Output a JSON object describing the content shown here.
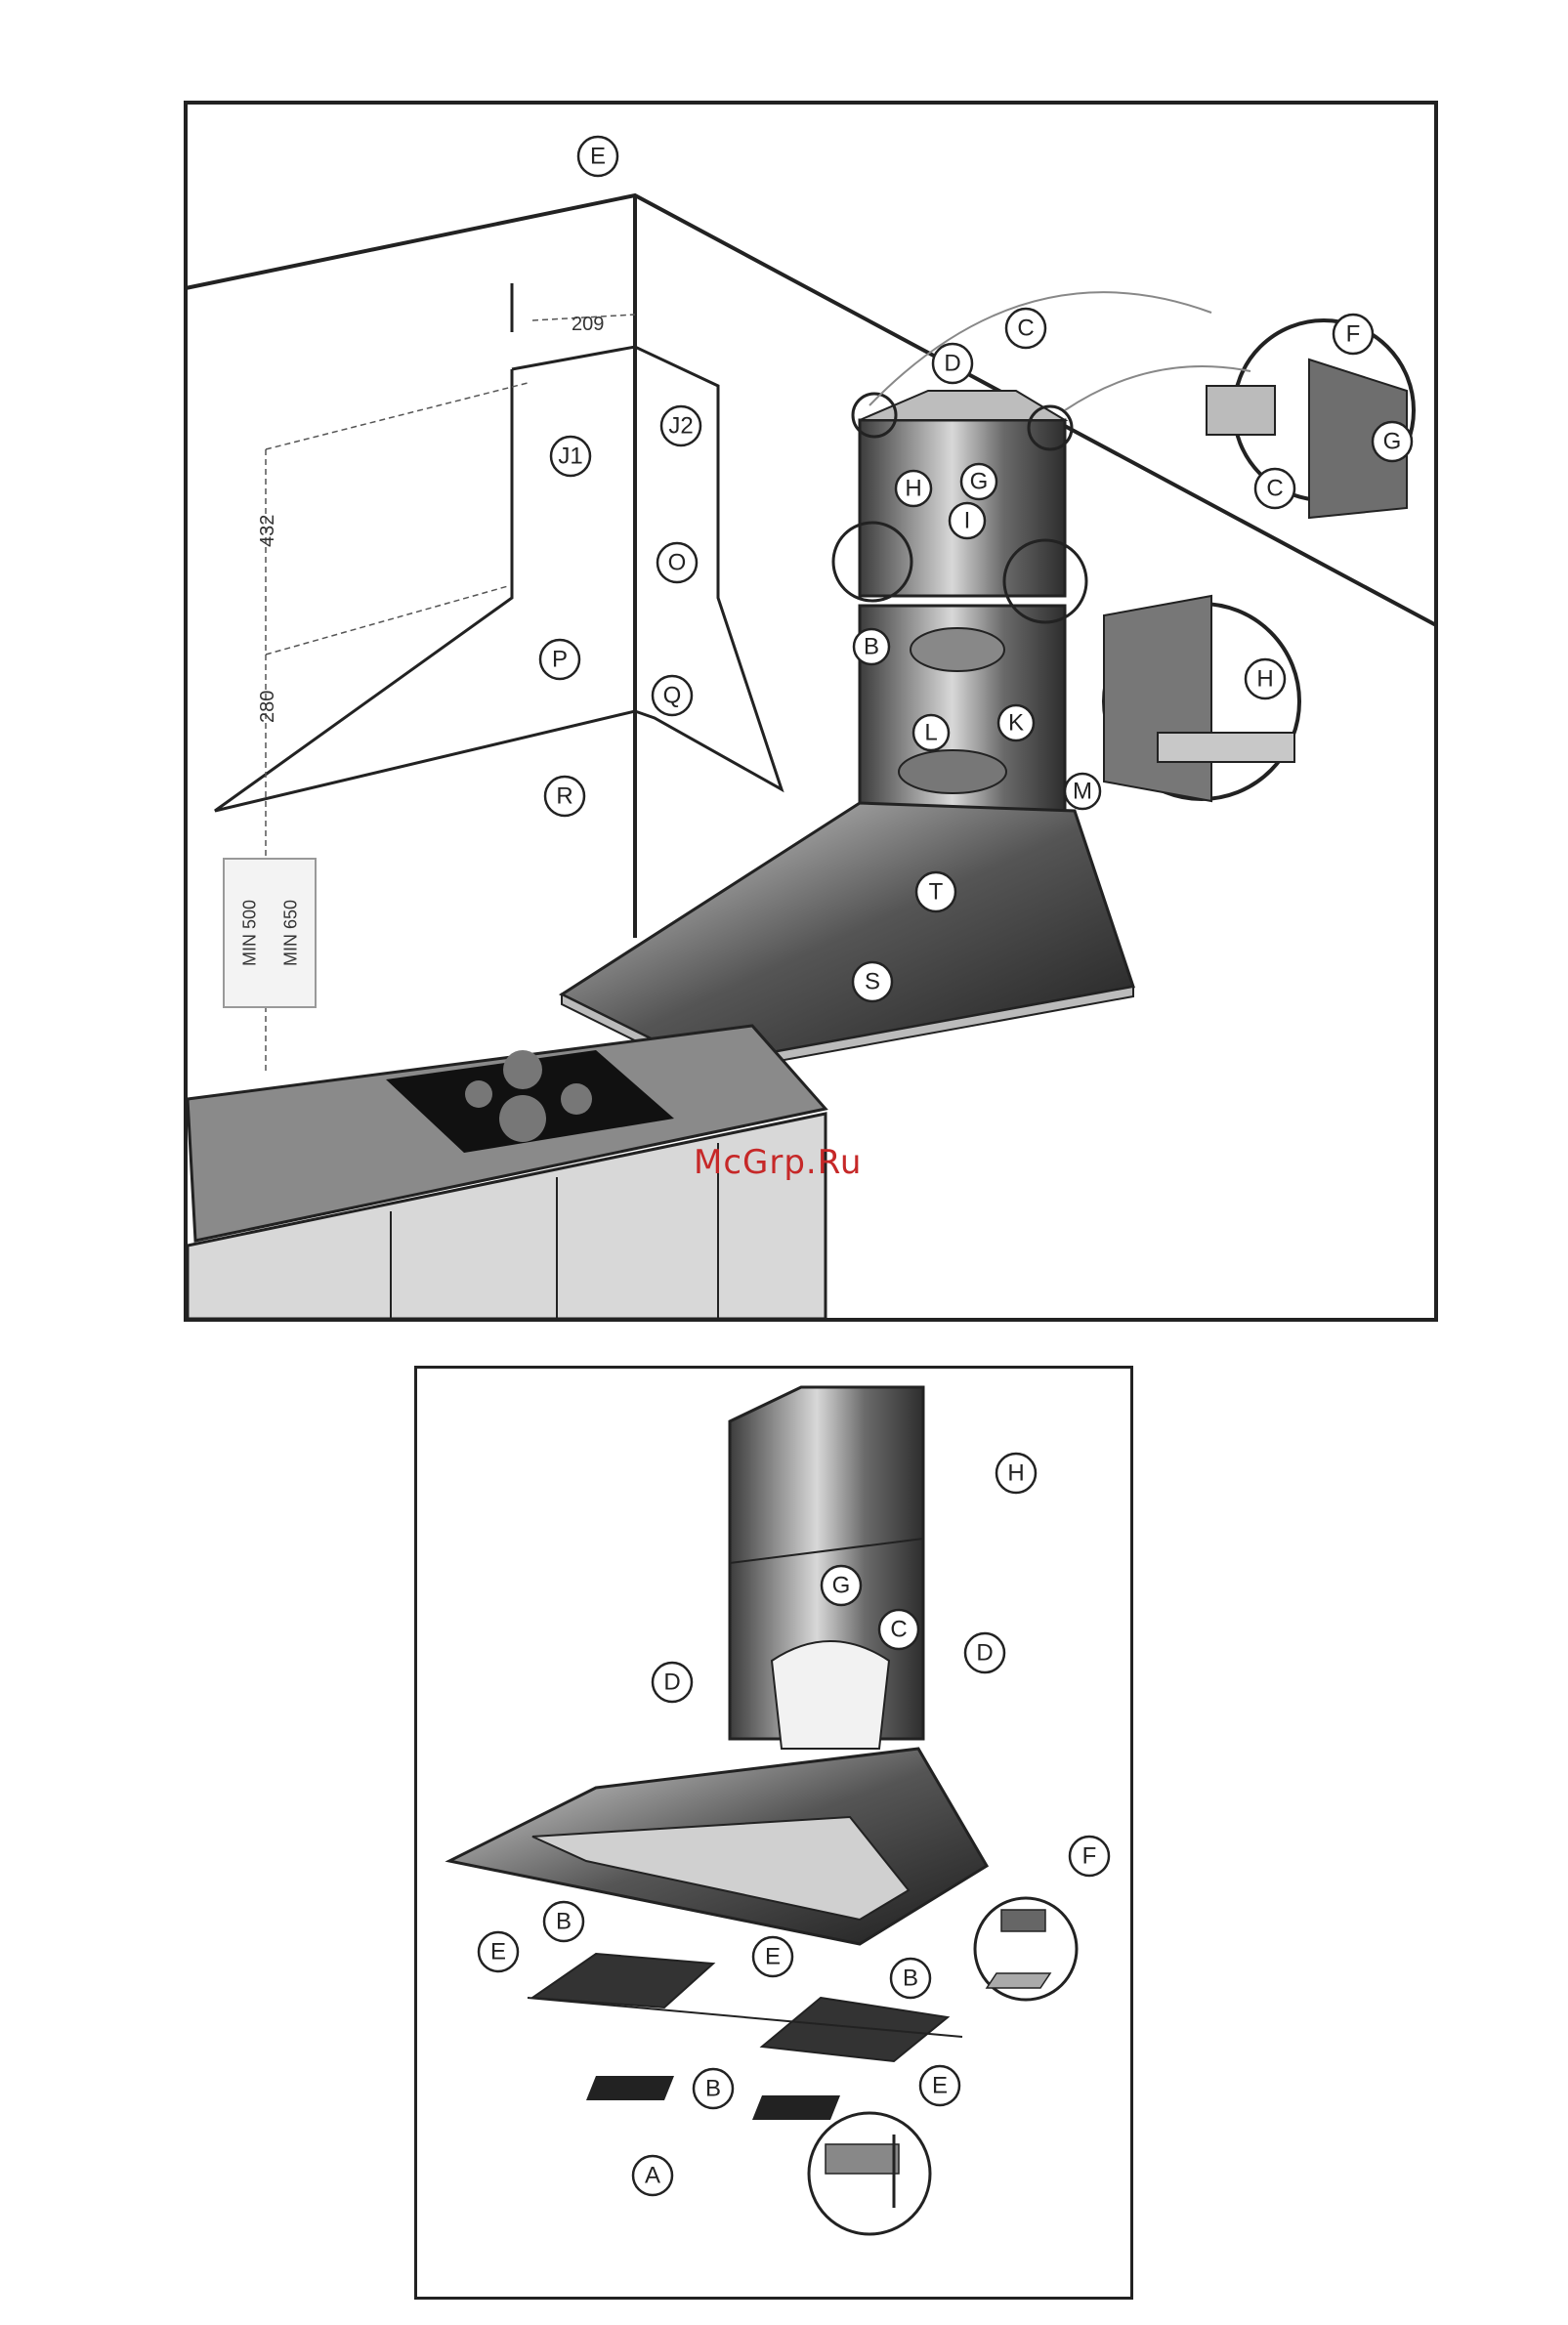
{
  "watermark": "McGrp.Ru",
  "figure1": {
    "dimensions": {
      "width_dim": "209",
      "height_upper": "432",
      "height_lower": "280"
    },
    "min_labels": [
      "MIN 500",
      "MIN 650"
    ],
    "callouts": {
      "E": "E",
      "C": "C",
      "D": "D",
      "F": "F",
      "G": "G",
      "H": "H",
      "I": "I",
      "J1": "J1",
      "J2": "J2",
      "O": "O",
      "P": "P",
      "Q": "Q",
      "R": "R",
      "B": "B",
      "L": "L",
      "K": "K",
      "M": "M",
      "T": "T",
      "S": "S"
    }
  },
  "figure2": {
    "callouts": {
      "A": "A",
      "B": "B",
      "C": "C",
      "D": "D",
      "E": "E",
      "F": "F",
      "G": "G",
      "H": "H"
    }
  },
  "colors": {
    "steel_dark": "#4a4a4a",
    "steel_light": "#c9c9c9",
    "counter": "#8a8a8a",
    "watermark": "#c62828"
  }
}
